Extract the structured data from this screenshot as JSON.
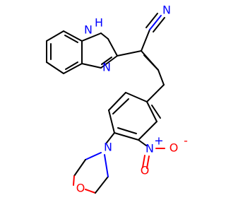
{
  "molecule": {
    "labels": {
      "nh_n": "N",
      "nh_h": "H",
      "imine_n": "N",
      "nitrile_n": "N",
      "morpholine_n": "N",
      "morpholine_o": "O",
      "nitro_n": "N",
      "nitro_plus": "+",
      "nitro_o_minus": "O",
      "nitro_minus": "-",
      "nitro_o_double": "O"
    },
    "colors": {
      "carbon": "#000000",
      "nitrogen": "#0000ff",
      "oxygen": "#ff0000",
      "background": "#ffffff"
    }
  }
}
